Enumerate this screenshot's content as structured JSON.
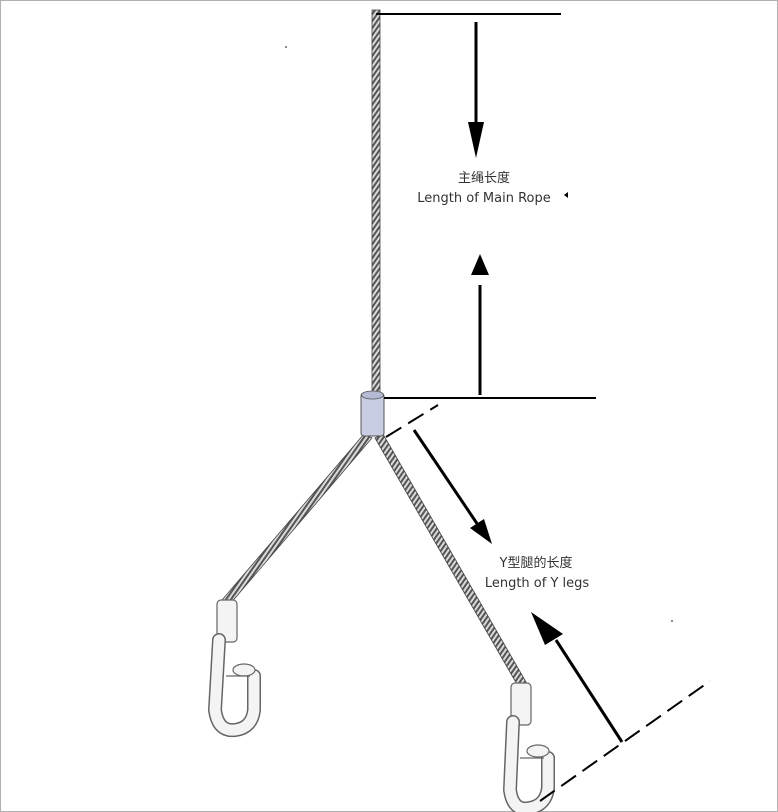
{
  "labels": {
    "main_rope_cn": "主绳长度",
    "main_rope_en": "Length of Main Rope",
    "y_legs_cn": "Y型腿的长度",
    "y_legs_en": "Length of Y legs"
  },
  "colors": {
    "line": "#000000",
    "rope_light": "#d9d9d9",
    "rope_dark": "#5a5a5a",
    "hook_fill": "#f4f4f4",
    "hook_stroke": "#666666",
    "ferrule_fill": "#c8cde4",
    "border": "#b0b0b0"
  }
}
